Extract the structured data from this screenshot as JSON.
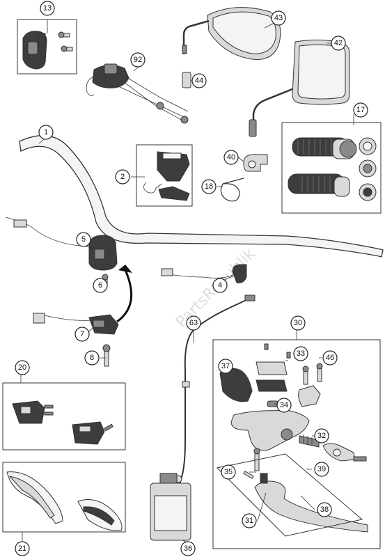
{
  "watermark": "PartsRepublik",
  "callouts": [
    "13",
    "43",
    "92",
    "44",
    "42",
    "1",
    "17",
    "2",
    "40",
    "18",
    "5",
    "6",
    "4",
    "7",
    "8",
    "63",
    "30",
    "33",
    "46",
    "37",
    "34",
    "20",
    "32",
    "35",
    "39",
    "38",
    "31",
    "21",
    "36"
  ]
}
